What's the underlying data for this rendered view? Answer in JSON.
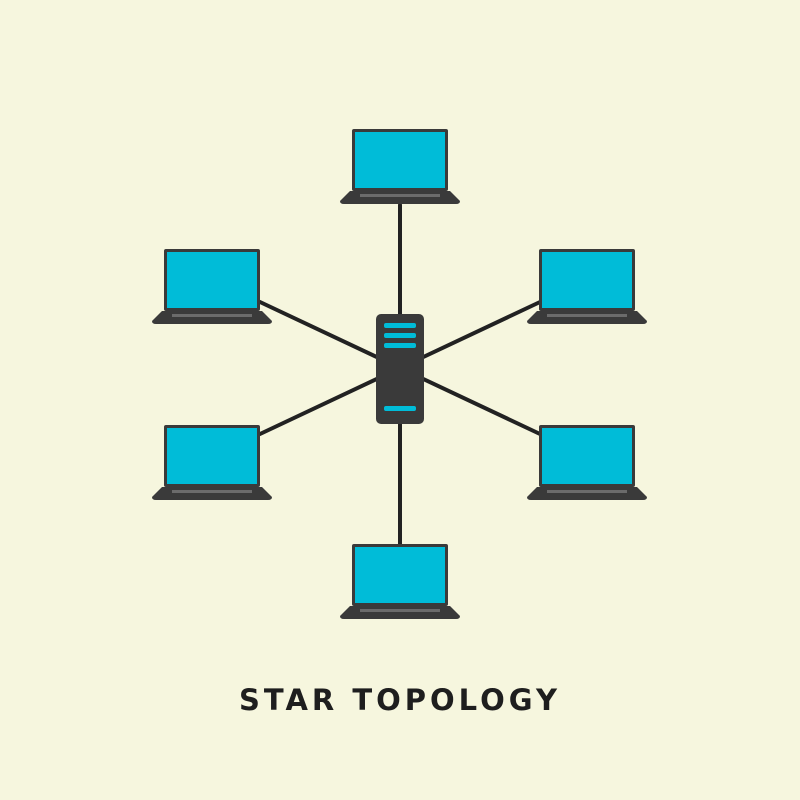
{
  "diagram": {
    "title": "STAR TOPOLOGY",
    "topology": "star",
    "hub": {
      "type": "server",
      "icon": "server-tower-icon"
    },
    "nodes": [
      {
        "id": "laptop-top",
        "icon": "laptop-icon"
      },
      {
        "id": "laptop-upper-right",
        "icon": "laptop-icon"
      },
      {
        "id": "laptop-lower-right",
        "icon": "laptop-icon"
      },
      {
        "id": "laptop-bottom",
        "icon": "laptop-icon"
      },
      {
        "id": "laptop-lower-left",
        "icon": "laptop-icon"
      },
      {
        "id": "laptop-upper-left",
        "icon": "laptop-icon"
      }
    ],
    "connections": [
      [
        "hub",
        "laptop-top"
      ],
      [
        "hub",
        "laptop-upper-right"
      ],
      [
        "hub",
        "laptop-lower-right"
      ],
      [
        "hub",
        "laptop-bottom"
      ],
      [
        "hub",
        "laptop-lower-left"
      ],
      [
        "hub",
        "laptop-upper-left"
      ]
    ]
  },
  "colors": {
    "background": "#f6f6de",
    "device_body": "#3a3a3a",
    "screen": "#00bcd8",
    "cable": "#222222",
    "text": "#1e1e1e"
  }
}
